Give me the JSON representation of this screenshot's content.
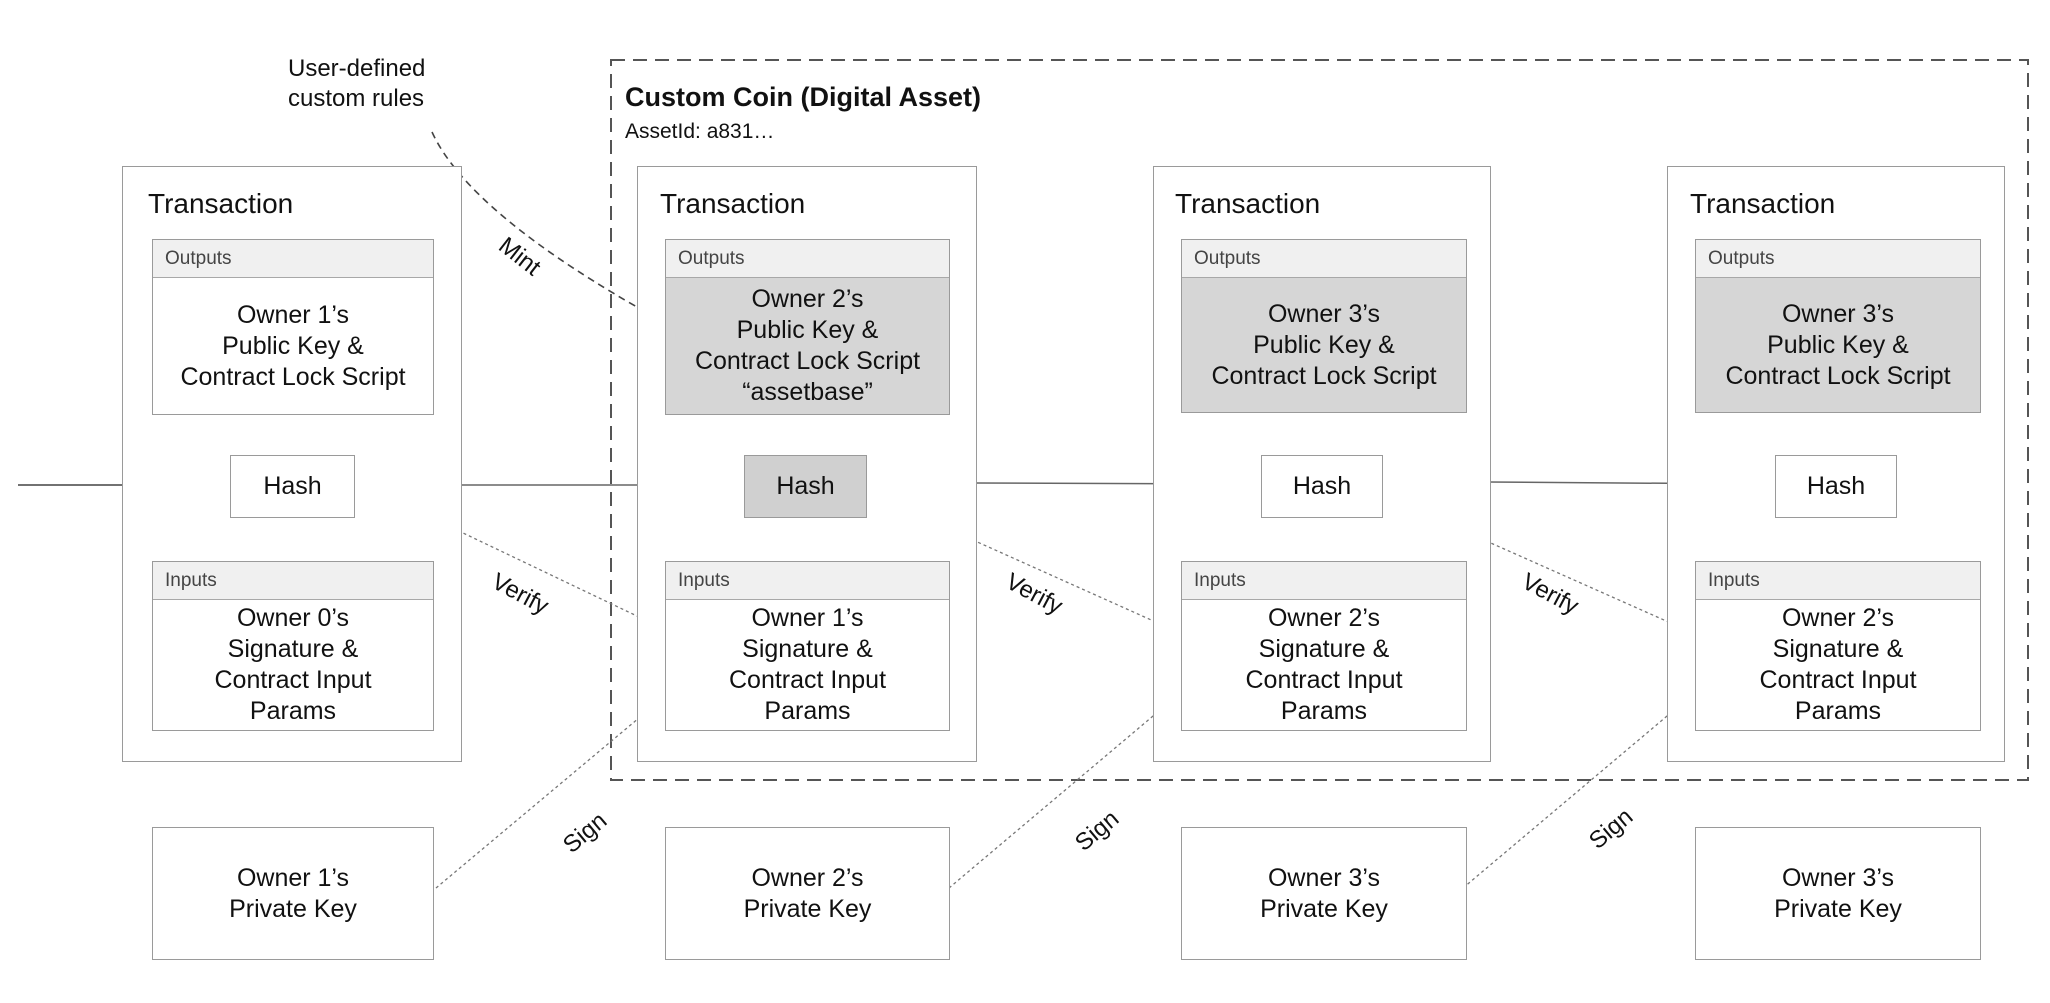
{
  "note": "User-defined\ncustom rules",
  "group": {
    "title": "Custom Coin (Digital Asset)",
    "subtitle": "AssetId: a831…"
  },
  "labels": {
    "mint": "Mint",
    "verify": "Verify",
    "sign": "Sign"
  },
  "transactions": [
    {
      "title": "Transaction",
      "outputs_header": "Outputs",
      "outputs_body": "Owner 1’s\nPublic Key &\nContract Lock Script",
      "hash": "Hash",
      "inputs_header": "Inputs",
      "inputs_body": "Owner 0’s\nSignature &\nContract Input\nParams",
      "private_key": "Owner 1’s\nPrivate Key"
    },
    {
      "title": "Transaction",
      "outputs_header": "Outputs",
      "outputs_body": "Owner 2’s\nPublic Key &\nContract Lock Script\n“assetbase”",
      "hash": "Hash",
      "inputs_header": "Inputs",
      "inputs_body": "Owner 1’s\nSignature &\nContract Input\nParams",
      "private_key": "Owner 2’s\nPrivate Key"
    },
    {
      "title": "Transaction",
      "outputs_header": "Outputs",
      "outputs_body": "Owner 3’s\nPublic Key &\nContract Lock Script",
      "hash": "Hash",
      "inputs_header": "Inputs",
      "inputs_body": "Owner 2’s\nSignature &\nContract Input\nParams",
      "private_key": "Owner 3’s\nPrivate Key"
    },
    {
      "title": "Transaction",
      "outputs_header": "Outputs",
      "outputs_body": "Owner 3’s\nPublic Key &\nContract Lock Script",
      "hash": "Hash",
      "inputs_header": "Inputs",
      "inputs_body": "Owner 2’s\nSignature &\nContract Input\nParams",
      "private_key": "Owner 3’s\nPrivate Key"
    }
  ],
  "colors": {
    "box_border": "#9a9a9a",
    "shaded_fill": "#d6d6d6",
    "header_fill": "#f0f0f0"
  }
}
